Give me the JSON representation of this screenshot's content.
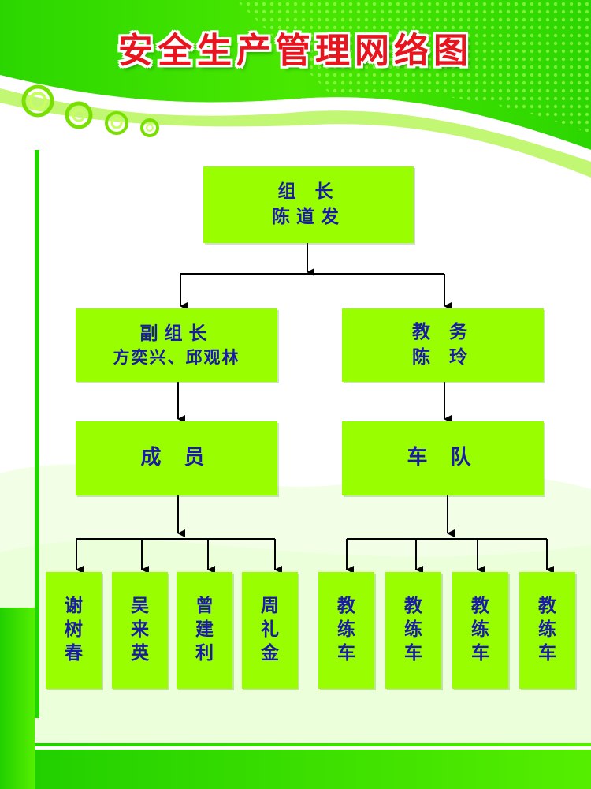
{
  "title": "安全生产管理网络图",
  "colors": {
    "title": "#e8141e",
    "node_fill": "#99ff00",
    "node_text": "#1a1aa8",
    "bg_green": "#22d400",
    "connector": "#000000"
  },
  "nodes": {
    "leader": {
      "role": "组 长",
      "name": "陈道发"
    },
    "deputy": {
      "role": "副组长",
      "name": "方奕兴、邱观林"
    },
    "academic": {
      "role": "教 务",
      "name": "陈 玲"
    },
    "members": {
      "label": "成 员"
    },
    "fleet": {
      "label": "车 队"
    },
    "member_list": [
      {
        "name": "谢树春"
      },
      {
        "name": "吴来英"
      },
      {
        "name": "曾建利"
      },
      {
        "name": "周礼金"
      }
    ],
    "coach_list": [
      {
        "name": "教练车"
      },
      {
        "name": "教练车"
      },
      {
        "name": "教练车"
      },
      {
        "name": "教练车"
      }
    ]
  }
}
